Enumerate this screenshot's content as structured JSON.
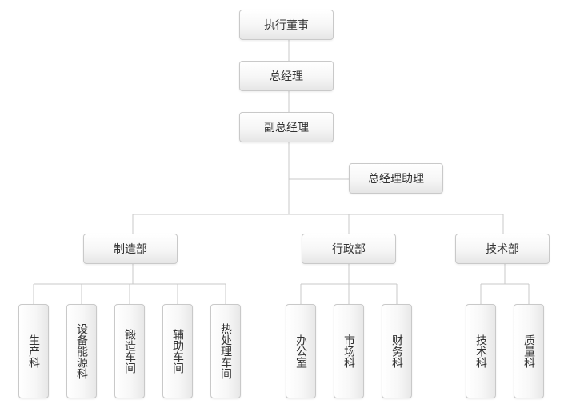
{
  "org": {
    "chairman": "执行董事",
    "gm": "总经理",
    "deputy_gm": "副总经理",
    "gm_assistant": "总经理助理",
    "departments": {
      "manufacturing": {
        "name": "制造部",
        "sections": [
          "生产科",
          "设备能源科",
          "锻造车间",
          "辅助车间",
          "热处理车间"
        ]
      },
      "admin": {
        "name": "行政部",
        "sections": [
          "办公室",
          "市场科",
          "财务科"
        ]
      },
      "tech": {
        "name": "技术部",
        "sections": [
          "技术科",
          "质量科"
        ]
      }
    }
  },
  "colors": {
    "line": "#c8c8c8",
    "border": "#c9c9c9",
    "text": "#333333"
  }
}
